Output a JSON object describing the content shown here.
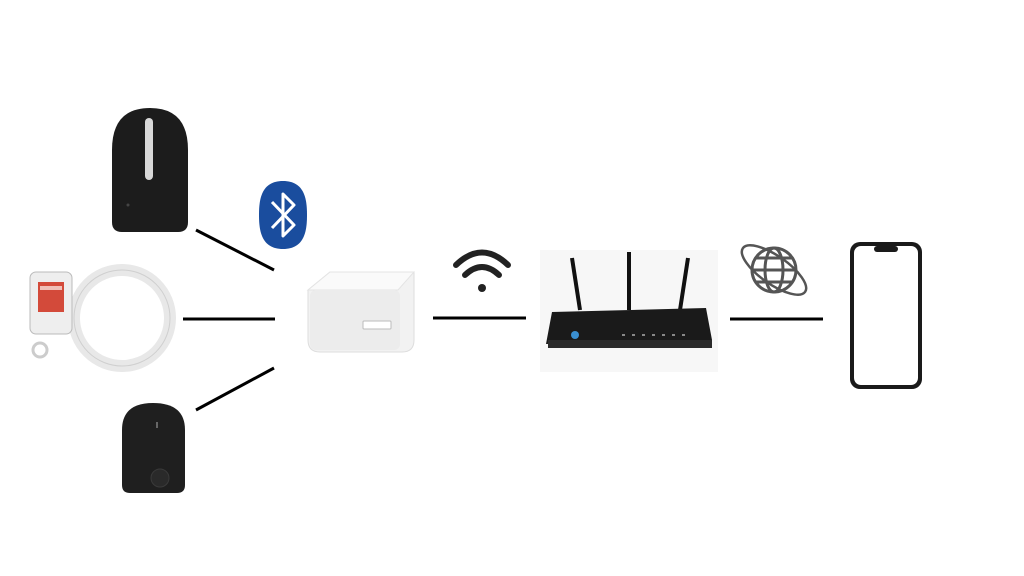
{
  "diagram": {
    "nodes": [
      {
        "id": "smart-lock",
        "icon": "smart-lock-icon"
      },
      {
        "id": "bike-lock",
        "icon": "ring-lock-icon"
      },
      {
        "id": "keypad",
        "icon": "keypad-device-icon"
      },
      {
        "id": "hub",
        "icon": "hub-box-icon"
      },
      {
        "id": "router",
        "icon": "router-icon"
      },
      {
        "id": "smartphone",
        "icon": "smartphone-icon"
      }
    ],
    "links": [
      {
        "from": "smart-lock",
        "to": "hub"
      },
      {
        "from": "bike-lock",
        "to": "hub"
      },
      {
        "from": "keypad",
        "to": "hub"
      },
      {
        "from": "hub",
        "to": "router",
        "protocol": "wifi"
      },
      {
        "from": "router",
        "to": "smartphone",
        "protocol": "internet"
      }
    ],
    "protocol_icons": [
      "bluetooth-icon",
      "wifi-icon",
      "globe-icon"
    ],
    "colors": {
      "bluetooth": "#1a4d9e",
      "line": "#000000",
      "device_dark": "#1c1c1c"
    }
  }
}
